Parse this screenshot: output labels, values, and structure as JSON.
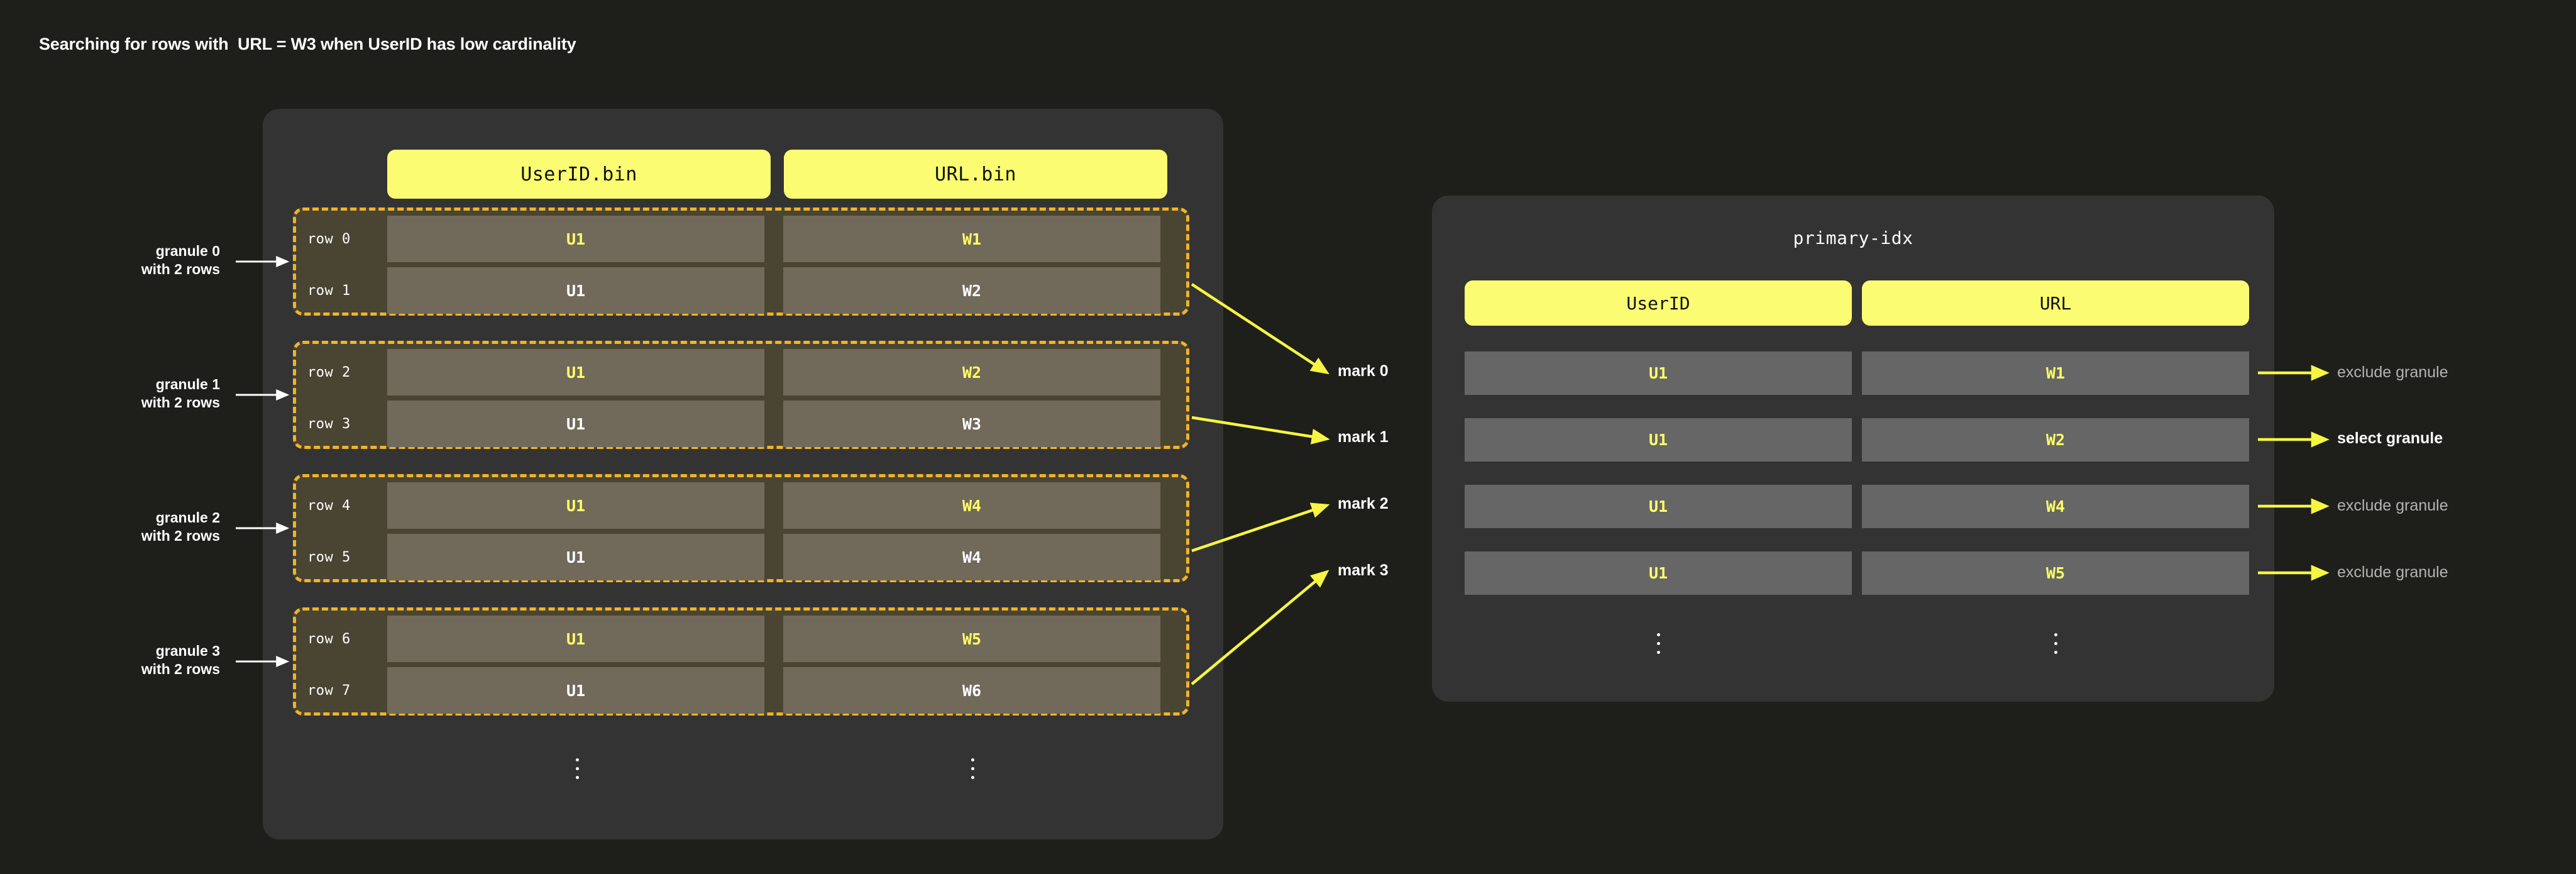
{
  "title": "Searching for rows with  URL = W3 when UserID has low cardinality",
  "left_panel": {
    "columns": [
      {
        "label": "UserID.bin"
      },
      {
        "label": "URL.bin"
      }
    ],
    "ellipsis": "⋮",
    "granules": [
      {
        "caption": "granule 0\nwith 2 rows",
        "rows": [
          {
            "label": "row 0",
            "userid": "U1",
            "url": "W1",
            "highlight": true
          },
          {
            "label": "row 1",
            "userid": "U1",
            "url": "W2",
            "highlight": false
          }
        ]
      },
      {
        "caption": "granule 1\nwith 2 rows",
        "rows": [
          {
            "label": "row 2",
            "userid": "U1",
            "url": "W2",
            "highlight": true
          },
          {
            "label": "row 3",
            "userid": "U1",
            "url": "W3",
            "highlight": false
          }
        ]
      },
      {
        "caption": "granule 2\nwith 2 rows",
        "rows": [
          {
            "label": "row 4",
            "userid": "U1",
            "url": "W4",
            "highlight": true
          },
          {
            "label": "row 5",
            "userid": "U1",
            "url": "W4",
            "highlight": false
          }
        ]
      },
      {
        "caption": "granule 3\nwith 2 rows",
        "rows": [
          {
            "label": "row 6",
            "userid": "U1",
            "url": "W5",
            "highlight": true
          },
          {
            "label": "row 7",
            "userid": "U1",
            "url": "W6",
            "highlight": false
          }
        ]
      }
    ]
  },
  "marks": [
    {
      "label": "mark 0"
    },
    {
      "label": "mark 1"
    },
    {
      "label": "mark 2"
    },
    {
      "label": "mark 3"
    }
  ],
  "right_panel": {
    "title": "primary-idx",
    "columns": [
      {
        "label": "UserID"
      },
      {
        "label": "URL"
      }
    ],
    "ellipsis": "⋮",
    "rows": [
      {
        "userid": "U1",
        "url": "W1",
        "decision": "exclude granule",
        "decision_kind": "exclude"
      },
      {
        "userid": "U1",
        "url": "W2",
        "decision": "select granule",
        "decision_kind": "select"
      },
      {
        "userid": "U1",
        "url": "W4",
        "decision": "exclude granule",
        "decision_kind": "exclude"
      },
      {
        "userid": "U1",
        "url": "W5",
        "decision": "exclude granule",
        "decision_kind": "exclude"
      }
    ]
  },
  "colors": {
    "page_bg": "#1e1e1a",
    "panel_bg": "#333333",
    "accent_yellow": "#fbfc71",
    "highlight_text": "#ffff66",
    "granule_border": "#f0b429",
    "data_cell": "#716a5b",
    "index_cell": "#666666",
    "arrow": "#f5f542",
    "muted_text": "#b3b3b3"
  }
}
